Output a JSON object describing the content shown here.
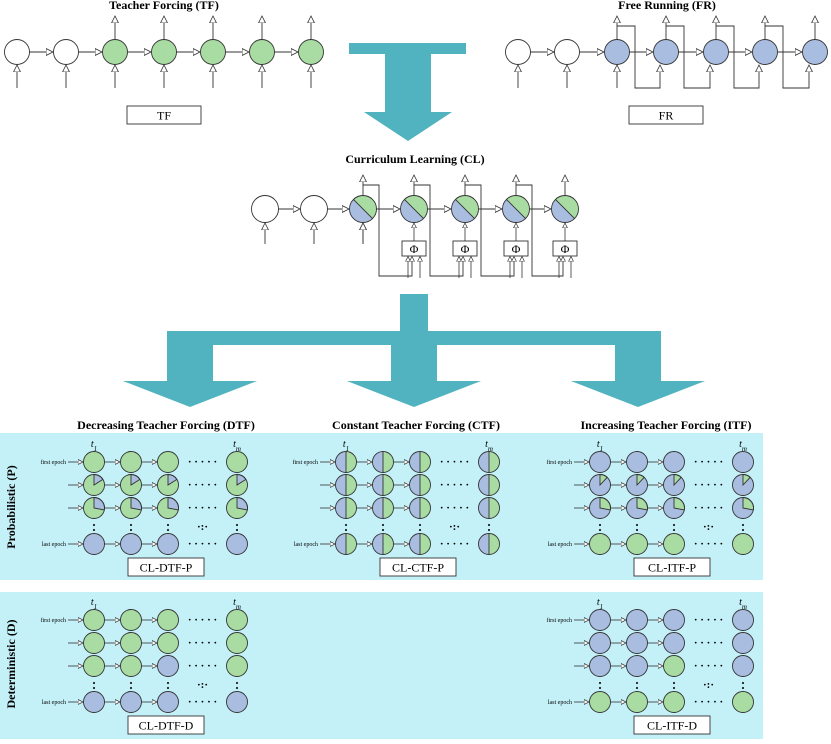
{
  "top": {
    "tf": {
      "title": "Teacher Forcing (TF)",
      "label": "TF"
    },
    "fr": {
      "title": "Free Running (FR)",
      "label": "FR"
    }
  },
  "cl": {
    "title": "Curriculum Learning (CL)",
    "phi": "Φ"
  },
  "columns": [
    {
      "id": "dtf",
      "title": "Decreasing Teacher Forcing (DTF)"
    },
    {
      "id": "ctf",
      "title": "Constant Teacher Forcing (CTF)"
    },
    {
      "id": "itf",
      "title": "Increasing Teacher Forcing (ITF)"
    }
  ],
  "rows": {
    "probabilistic": "Probabilistic (P)",
    "deterministic": "Deterministic (D)"
  },
  "grid_text": {
    "t_first": "t",
    "t_first_sub": "1",
    "t_last": "t",
    "t_last_sub": "m",
    "first_epoch": "first epoch",
    "last_epoch": "last epoch",
    "ellipsis": "· · · · ·",
    "diag": "·:·"
  },
  "labels": {
    "cl_dtf_p": "CL-DTF-P",
    "cl_ctf_p": "CL-CTF-P",
    "cl_itf_p": "CL-ITF-P",
    "cl_dtf_d": "CL-DTF-D",
    "cl_itf_d": "CL-ITF-D"
  },
  "colors": {
    "green": "#a8dca2",
    "blue": "#a9bde0",
    "panel": "#c4f1f8",
    "arrow": "#50b3bf"
  }
}
